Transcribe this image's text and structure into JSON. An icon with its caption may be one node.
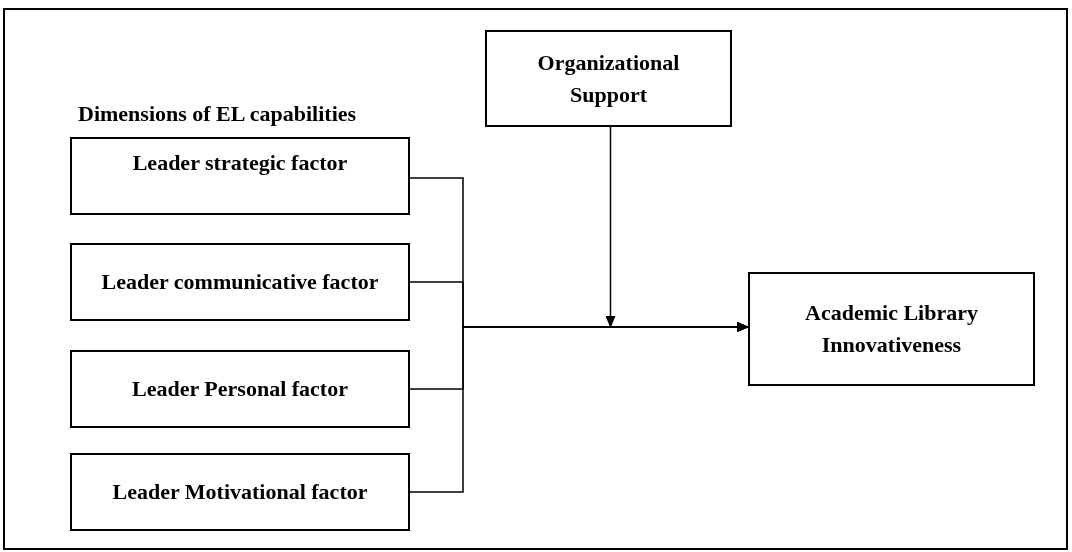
{
  "diagram": {
    "nodes": [
      {
        "text": [
          "Organizational Support"
        ]
      },
      {
        "text": [
          "Leader strategic factor"
        ]
      },
      {
        "text": [
          "Leader communicative factor"
        ]
      },
      {
        "text": [
          "Leader Personal factor"
        ]
      },
      {
        "text": [
          "Leader Motivational factor"
        ]
      },
      {
        "text": [
          "Academic Library Innovativeness"
        ]
      }
    ],
    "edges": [
      {
        "from": 1,
        "to": 5,
        "arrow": "to"
      },
      {
        "from": 2,
        "to": 5,
        "arrow": "to"
      },
      {
        "from": 3,
        "to": 5,
        "arrow": "to"
      },
      {
        "from": 4,
        "to": 5,
        "arrow": "to"
      },
      {
        "from": 0,
        "to": null,
        "arrow": "to"
      }
    ],
    "labels": [
      "Dimensions of EL capabilities"
    ]
  }
}
